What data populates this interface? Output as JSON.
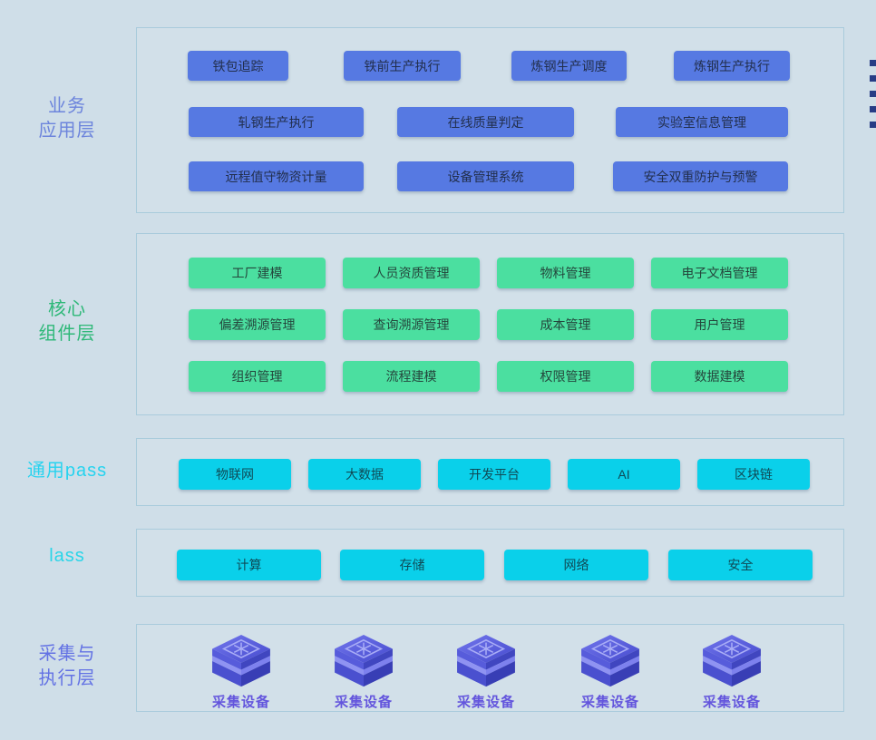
{
  "colors": {
    "page_bg": "#cfdee8",
    "panel_border": "#a9cbdc",
    "button_blue": "#5679e2",
    "button_green": "#4bdfa0",
    "button_cyan": "#0ad0ea",
    "label_blue": "#6c84dc",
    "label_green": "#2eb878",
    "label_cyan": "#27d3ef",
    "label_purple": "#6372e4",
    "device_label_purple": "#6355dd",
    "edge_mark_navy": "#273c85"
  },
  "layers": [
    {
      "name": "业务应用层",
      "label_lines": [
        "业务",
        "应用层"
      ],
      "rows": [
        [
          "铁包追踪",
          "铁前生产执行",
          "炼钢生产调度",
          "炼钢生产执行"
        ],
        [
          "轧钢生产执行",
          "在线质量判定",
          "实验室信息管理"
        ],
        [
          "远程值守物资计量",
          "设备管理系统",
          "安全双重防护与预警"
        ]
      ]
    },
    {
      "name": "核心组件层",
      "label_lines": [
        "核心",
        "组件层"
      ],
      "rows": [
        [
          "工厂建模",
          "人员资质管理",
          "物料管理",
          "电子文档管理"
        ],
        [
          "偏差溯源管理",
          "查询溯源管理",
          "成本管理",
          "用户管理"
        ],
        [
          "组织管理",
          "流程建模",
          "权限管理",
          "数据建模"
        ]
      ]
    },
    {
      "name": "通用pass",
      "label_lines": [
        "通用pass"
      ],
      "rows": [
        [
          "物联网",
          "大数据",
          "开发平台",
          "AI",
          "区块链"
        ]
      ]
    },
    {
      "name": "lass",
      "label_lines": [
        "lass"
      ],
      "rows": [
        [
          "计算",
          "存储",
          "网络",
          "安全"
        ]
      ]
    },
    {
      "name": "采集与执行层",
      "label_lines": [
        "采集与",
        "执行层"
      ],
      "device_label": "采集设备",
      "device_count": 5
    }
  ]
}
